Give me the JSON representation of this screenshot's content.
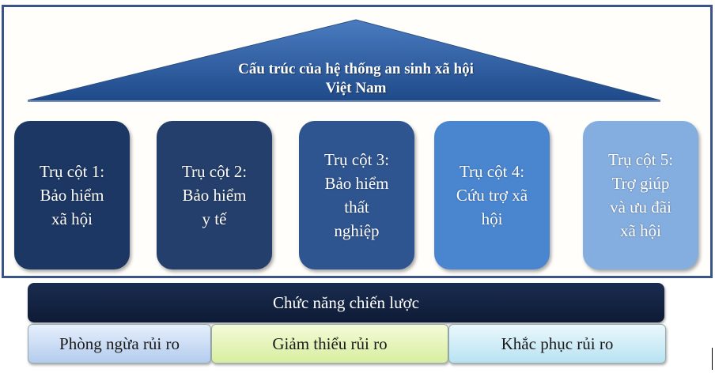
{
  "title": {
    "line1": "Cấu trúc của hệ thống an sinh xã hội",
    "line2": "Việt Nam"
  },
  "pillars": [
    {
      "lines": [
        "Trụ cột 1:",
        "Bảo hiểm",
        "xã hội"
      ],
      "color": "#1c3763"
    },
    {
      "lines": [
        "Trụ cột 2:",
        "Bảo hiểm",
        "y tế"
      ],
      "color": "#243f6b"
    },
    {
      "lines": [
        "Trụ cột 3:",
        "Bảo hiểm",
        "thất",
        "nghiệp"
      ],
      "color": "#2f5590"
    },
    {
      "lines": [
        "Trụ cột 4:",
        "Cứu trợ xã",
        "hội"
      ],
      "color": "#4a86d0"
    },
    {
      "lines": [
        "Trụ cột 5:",
        "Trợ giúp",
        "và ưu đãi",
        "xã hội"
      ],
      "color": "#85aee0"
    }
  ],
  "strategy": {
    "label": "Chức năng chiến lược"
  },
  "functions": [
    {
      "label": "Phòng ngừa rủi ro",
      "color_top": "#e6effc",
      "color_bottom": "#b3ccee"
    },
    {
      "label": "Giảm thiểu rủi ro",
      "color_top": "#f4fbd8",
      "color_bottom": "#d8eea0"
    },
    {
      "label": "Khắc phục rủi ro",
      "color_top": "#eaf8fc",
      "color_bottom": "#b8e2f2"
    }
  ],
  "colors": {
    "frame_border": "#3a5488",
    "roof_top": "#3f72b8",
    "roof_bottom": "#1f4a8a"
  }
}
